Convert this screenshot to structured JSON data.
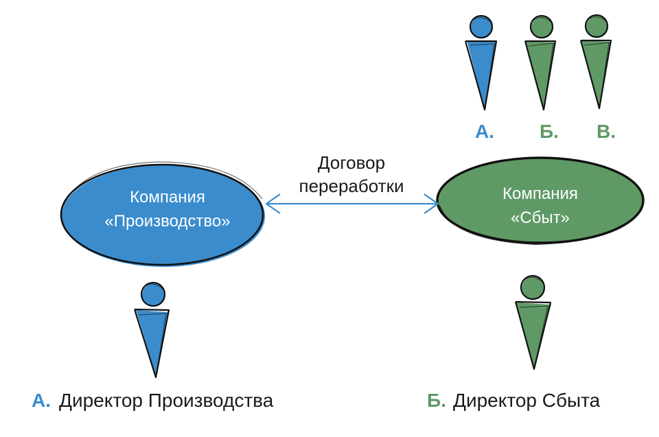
{
  "colors": {
    "blue": "#3a8ccd",
    "green": "#5f9a66",
    "outline": "#111111",
    "text_dark": "#1a1a1a",
    "text_light": "#ffffff"
  },
  "companies": {
    "production": {
      "line1": "Компания",
      "line2": "«Производство»"
    },
    "sales": {
      "line1": "Компания",
      "line2": "«Сбыт»"
    }
  },
  "contract": {
    "line1": "Договор",
    "line2": "переработки"
  },
  "owners": {
    "a": "А.",
    "b": "Б.",
    "v": "В."
  },
  "directors": {
    "production": {
      "letter": "А.",
      "title": "Директор Производства"
    },
    "sales": {
      "letter": "Б.",
      "title": "Директор Сбыта"
    }
  },
  "icons": {
    "person": "person-figure-icon",
    "arrow": "double-headed-arrow-icon"
  }
}
